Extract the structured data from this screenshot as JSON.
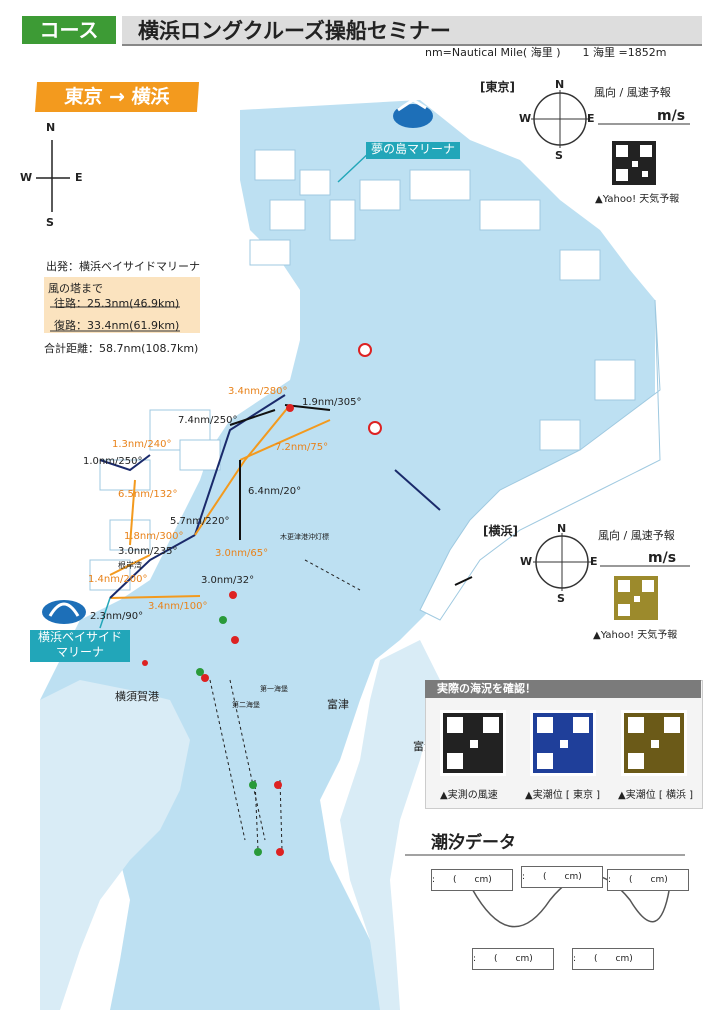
{
  "header": {
    "tab_label": "コース",
    "title": "横浜ロングクルーズ操船セミナー",
    "unit_note": "nm=Nautical Mile( 海里 )　　1 海里 =1852m"
  },
  "route_tag": "東京 → 横浜",
  "compass_main": {
    "n": "N",
    "s": "S",
    "e": "E",
    "w": "W"
  },
  "info": {
    "departure": "出発：横浜ベイサイドマリーナ",
    "to_tower": "風の塔まで",
    "outbound": "往路：25.3nm(46.9km)",
    "return": "復路：33.4nm(61.9km)",
    "total": "合計距離：58.7nm(108.7km)"
  },
  "marinas": {
    "yumenoshima": "夢の島マリーナ",
    "bayside_line1": "横浜ベイサイド",
    "bayside_line2": "マリーナ"
  },
  "forecast_tokyo": {
    "label": "[東京]",
    "wind_label": "風向 / 風速予報",
    "unit": "m/s",
    "caption": "▲Yahoo! 天気予報",
    "compass": {
      "n": "N",
      "s": "S",
      "e": "E",
      "w": "W"
    }
  },
  "forecast_yokohama": {
    "label": "[横浜]",
    "wind_label": "風向 / 風速予報",
    "unit": "m/s",
    "caption": "▲Yahoo! 天気予報",
    "compass": {
      "n": "N",
      "s": "S",
      "e": "E",
      "w": "W"
    }
  },
  "legs": {
    "l1": "3.4nm/280°",
    "l2": "1.9nm/305°",
    "l3": "7.4nm/250°",
    "l4": "7.2nm/75°",
    "l5": "1.3nm/240°",
    "l6": "1.0nm/250°",
    "l7": "6.5nm/132°",
    "l8": "6.4nm/20°",
    "l9": "5.7nm/220°",
    "l10": "1.8nm/300°",
    "l11": "3.0nm/235°",
    "l12": "3.0nm/65°",
    "l13": "1.4nm/200°",
    "l14": "3.0nm/32°",
    "l15": "3.4nm/100°",
    "l16": "2.3nm/90°"
  },
  "places": {
    "yokosuka": "横須賀港",
    "futtsu1": "富津",
    "futtsu2": "富津",
    "daiichi": "第一海堡",
    "daini": "第二海堡",
    "kazenotou": "木更津港沖灯標",
    "nezuhana": "根岸湾"
  },
  "sea_check": {
    "title": "実際の海況を確認！",
    "items": [
      {
        "caption": "▲実測の風速",
        "color": "#222222"
      },
      {
        "caption": "▲実潮位 [ 東京 ]",
        "color": "#1f3f9a"
      },
      {
        "caption": "▲実潮位 [ 横浜 ]",
        "color": "#6b5a18"
      }
    ]
  },
  "tide": {
    "title": "潮汐データ",
    "box_text": ":　　(　　cm)"
  },
  "colors": {
    "sea": "#bde0f2",
    "land": "#ffffff",
    "accent_green": "#3d9b35",
    "accent_orange": "#f39a1e",
    "marina_blue": "#22a6b9"
  }
}
